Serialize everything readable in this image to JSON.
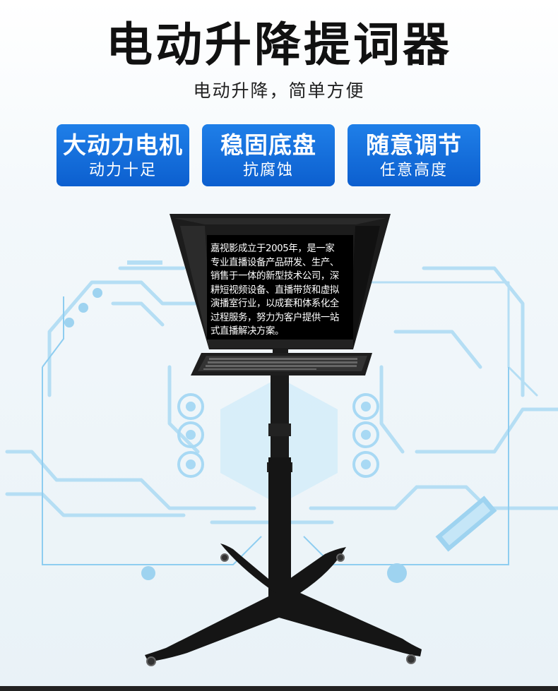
{
  "header": {
    "title": "电动升降提词器",
    "subtitle": "电动升降，简单方便"
  },
  "features": [
    {
      "heading": "大动力电机",
      "sub": "动力十足"
    },
    {
      "heading": "稳固底盘",
      "sub": "抗腐蚀"
    },
    {
      "heading": "随意调节",
      "sub": "任意高度"
    }
  ],
  "screen": {
    "lines": [
      "嘉视影成立于2005年，是一家",
      "专业直播设备产品研发、生产、",
      "销售于一体的新型技术公司，深",
      "耕短视频设备、直播带货和虚拟",
      "演播室行业，以成套和体系化全",
      "过程服务，努力为客户提供一站",
      "式直播解决方案。"
    ]
  },
  "colors": {
    "badge_blue": "#0c5fcf",
    "circuit_blue": "#a6d7f2",
    "device_black": "#1a1a1a"
  }
}
